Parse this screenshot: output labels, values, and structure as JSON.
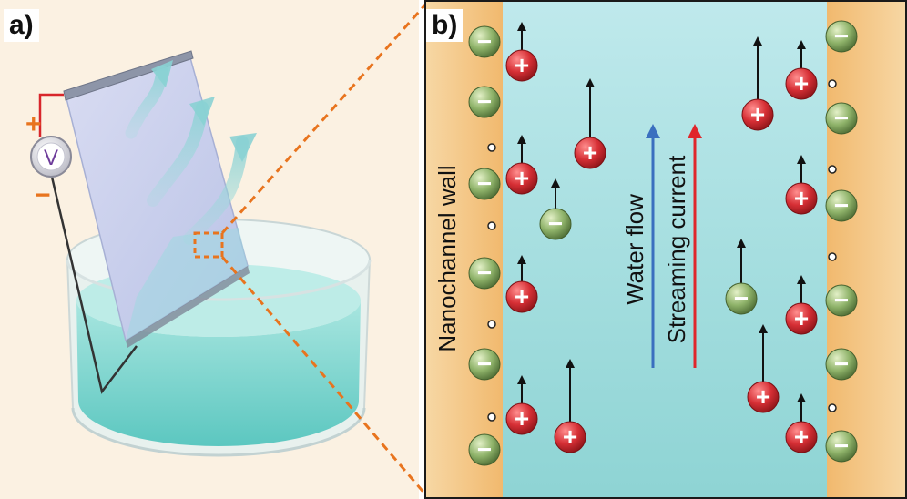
{
  "panel_a": {
    "label": "a)",
    "voltmeter_symbol": "V",
    "plus_sign": "+",
    "minus_sign": "−"
  },
  "panel_b": {
    "label": "b)",
    "wall_label": "Nanochannel wall",
    "water_flow_label": "Water flow",
    "streaming_current_label": "Streaming current",
    "positive_sign": "+",
    "negative_sign": "−"
  },
  "colors": {
    "panel_a_background": "#fbf1e2",
    "wall": "#f4c27e",
    "channel": "#9fdde0",
    "positive_ion": "#d62f35",
    "negative_ion": "#8fb36a",
    "water_flow_arrow": "#3a6fbf",
    "streaming_current_arrow": "#e0262b",
    "callout": "#e8741e"
  }
}
